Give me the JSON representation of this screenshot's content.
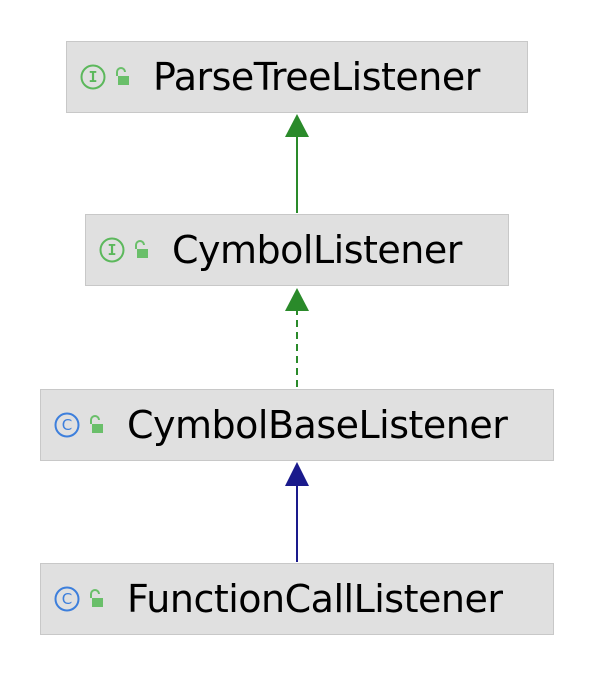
{
  "colors": {
    "interface_icon": "#5cb85c",
    "class_icon": "#3d7fdc",
    "lock_icon": "#6abf6a",
    "implements_arrow": "#2a8a2a",
    "extends_arrow": "#1a1a8c",
    "node_fill": "#e0e0e0"
  },
  "nodes": [
    {
      "label": "ParseTreeListener",
      "kind": "interface",
      "kind_glyph": "I",
      "access": "public"
    },
    {
      "label": "CymbolListener",
      "kind": "interface",
      "kind_glyph": "I",
      "access": "public"
    },
    {
      "label": "CymbolBaseListener",
      "kind": "class",
      "kind_glyph": "C",
      "access": "public"
    },
    {
      "label": "FunctionCallListener",
      "kind": "class",
      "kind_glyph": "C",
      "access": "public"
    }
  ],
  "edges": [
    {
      "from": "CymbolListener",
      "to": "ParseTreeListener",
      "relation": "extends interface",
      "style": "solid"
    },
    {
      "from": "CymbolBaseListener",
      "to": "CymbolListener",
      "relation": "implements",
      "style": "dashed"
    },
    {
      "from": "FunctionCallListener",
      "to": "CymbolBaseListener",
      "relation": "extends class",
      "style": "solid"
    }
  ]
}
